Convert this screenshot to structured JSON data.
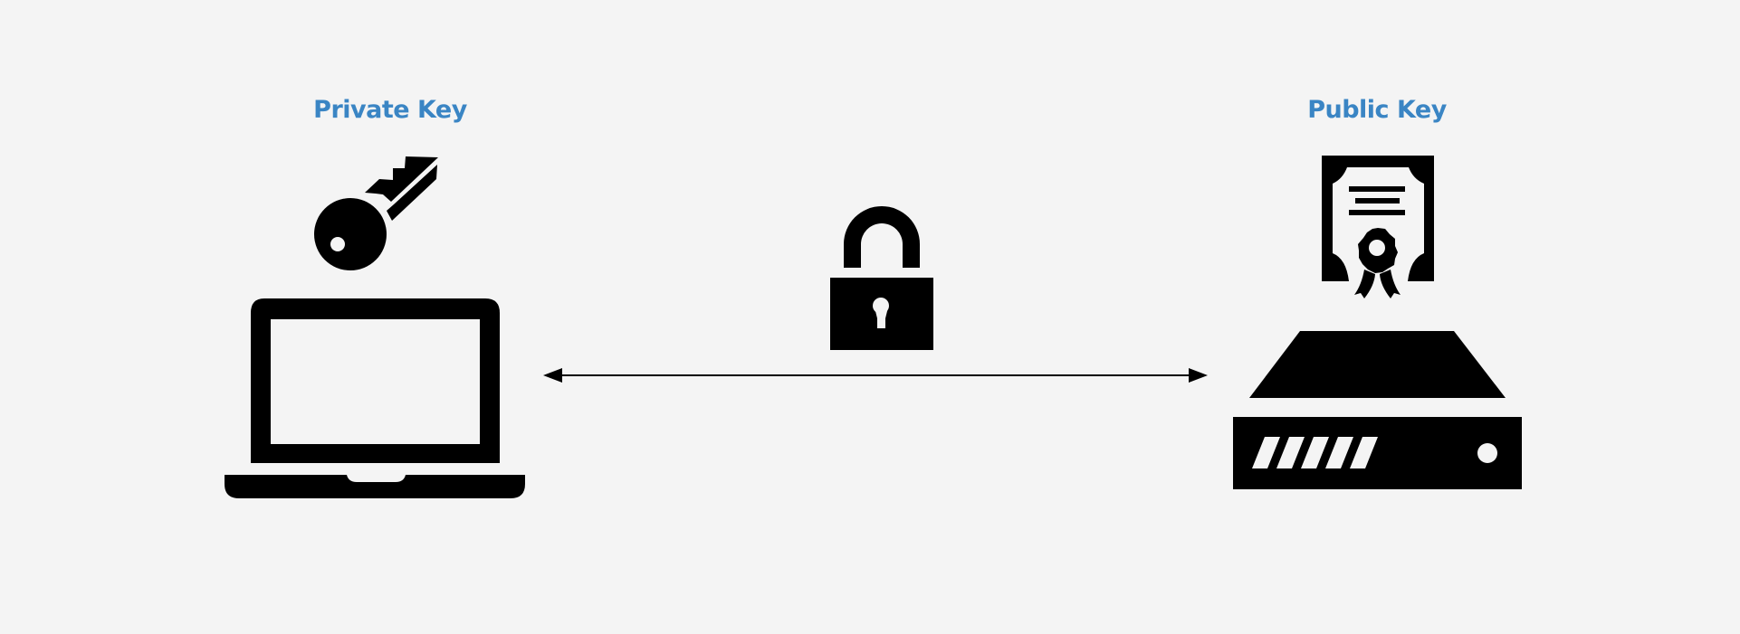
{
  "labels": {
    "private_key": "Private Key",
    "public_key": "Public Key"
  },
  "colors": {
    "background": "#f4f4f4",
    "label_color": "#3a85c4",
    "icon_color": "#000000"
  },
  "icons": {
    "left_device": "laptop-icon",
    "left_key": "key-icon",
    "center": "padlock-icon",
    "right_device": "server-icon",
    "right_document": "certificate-icon",
    "connection": "bidirectional-arrow"
  }
}
